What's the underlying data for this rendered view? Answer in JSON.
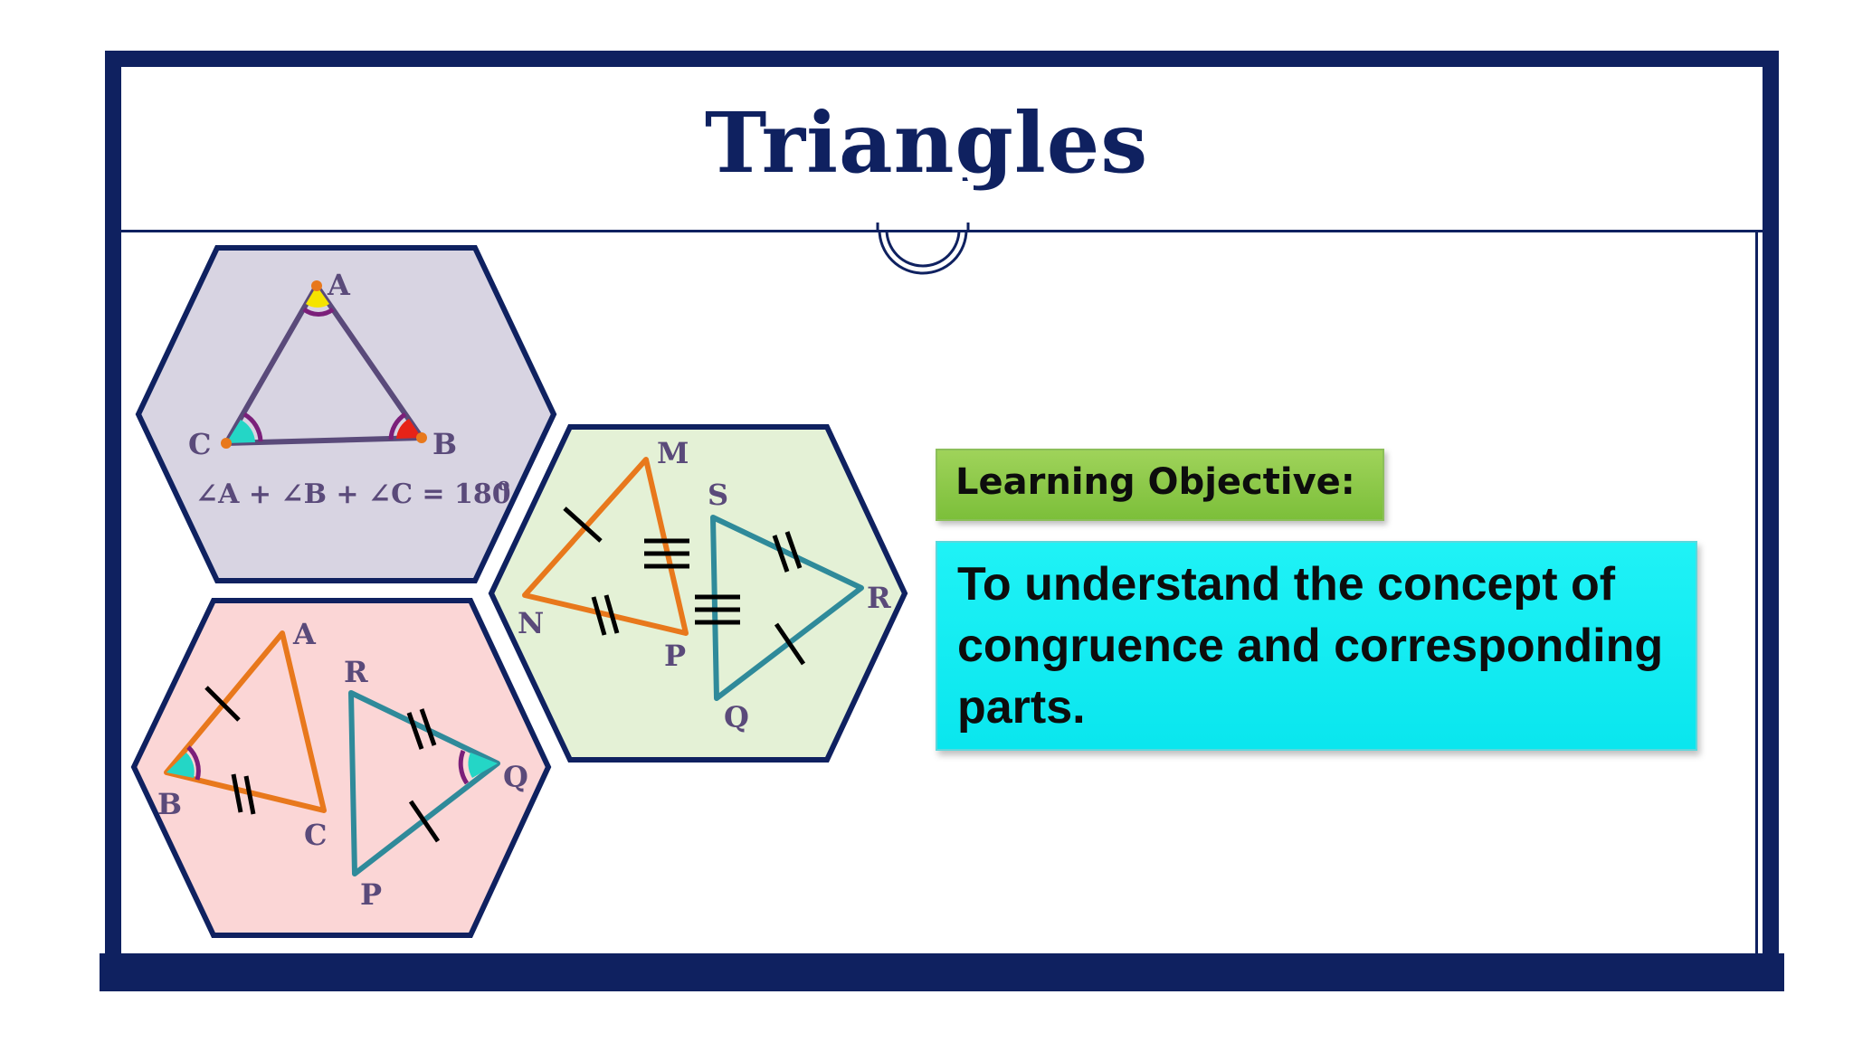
{
  "slide": {
    "title": "Triangles",
    "objective_label": "Learning Objective:",
    "objective_text": "To understand the concept of congruence and corresponding parts."
  },
  "hex_angle_sum": {
    "vertex_a": "A",
    "vertex_b": "B",
    "vertex_c": "C",
    "formula": "∠A + ∠B + ∠C = 180",
    "degree_mark": "o"
  },
  "hex_mnp_sqr": {
    "vertex_m": "M",
    "vertex_n": "N",
    "vertex_p": "P",
    "vertex_s": "S",
    "vertex_r": "R",
    "vertex_q": "Q"
  },
  "hex_abc_rqp": {
    "vertex_a": "A",
    "vertex_b": "B",
    "vertex_c": "C",
    "vertex_r": "R",
    "vertex_q": "Q",
    "vertex_p": "P"
  },
  "colors": {
    "navy": "#0f2160",
    "hex_purple": "#d8d4e2",
    "hex_green": "#e4f1d6",
    "hex_pink": "#fbd6d6",
    "orange": "#e8781c",
    "teal": "#2f8a9a",
    "triangle_purple": "#5a4a7a",
    "label_green": "#8cc84b",
    "box_cyan": "#12ecf2"
  }
}
